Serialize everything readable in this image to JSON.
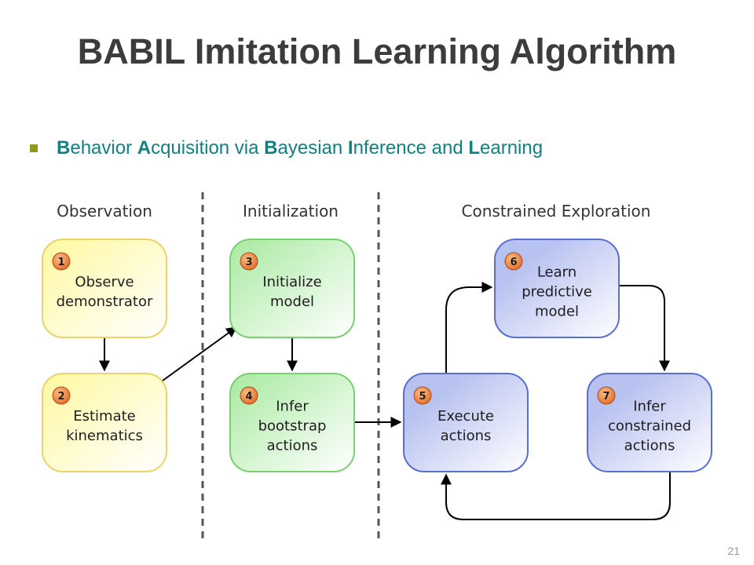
{
  "title": "BABIL Imitation Learning Algorithm",
  "subtitle_parts": [
    {
      "t": "B",
      "bold": true
    },
    {
      "t": "ehavior ",
      "bold": false
    },
    {
      "t": "A",
      "bold": true
    },
    {
      "t": "cquisition via ",
      "bold": false
    },
    {
      "t": "B",
      "bold": true
    },
    {
      "t": "ayesian ",
      "bold": false
    },
    {
      "t": "I",
      "bold": true
    },
    {
      "t": "nference and ",
      "bold": false
    },
    {
      "t": "L",
      "bold": true
    },
    {
      "t": "earning",
      "bold": false
    }
  ],
  "page_number": "21",
  "colors": {
    "title": "#3c3c3c",
    "subtitle": "#14807d",
    "bullet": "#8c9a1e",
    "yellow_fill": "#fff8a0",
    "yellow_stroke": "#e9d46a",
    "green_fill": "#a8eaa0",
    "green_stroke": "#7bcf73",
    "blue_fill": "#b8c2f0",
    "blue_stroke": "#5a6fd0",
    "badge": "#e06a28"
  },
  "diagram": {
    "sections": {
      "observation": "Observation",
      "initialization": "Initialization",
      "exploration": "Constrained Exploration"
    },
    "nodes": [
      {
        "id": "n1",
        "num": "1",
        "lines": [
          "Observe",
          "demonstrator"
        ],
        "color": "yellow"
      },
      {
        "id": "n2",
        "num": "2",
        "lines": [
          "Estimate",
          "kinematics"
        ],
        "color": "yellow"
      },
      {
        "id": "n3",
        "num": "3",
        "lines": [
          "Initialize",
          "model"
        ],
        "color": "green"
      },
      {
        "id": "n4",
        "num": "4",
        "lines": [
          "Infer",
          "bootstrap",
          "actions"
        ],
        "color": "green"
      },
      {
        "id": "n5",
        "num": "5",
        "lines": [
          "Execute",
          "actions"
        ],
        "color": "blue"
      },
      {
        "id": "n6",
        "num": "6",
        "lines": [
          "Learn",
          "predictive",
          "model"
        ],
        "color": "blue"
      },
      {
        "id": "n7",
        "num": "7",
        "lines": [
          "Infer",
          "constrained",
          "actions"
        ],
        "color": "blue"
      }
    ],
    "edges": [
      {
        "from": "n1",
        "to": "n2"
      },
      {
        "from": "n2",
        "to": "n3"
      },
      {
        "from": "n3",
        "to": "n4"
      },
      {
        "from": "n4",
        "to": "n5"
      },
      {
        "from": "n5",
        "to": "n6"
      },
      {
        "from": "n6",
        "to": "n7"
      },
      {
        "from": "n7",
        "to": "n5"
      }
    ]
  }
}
